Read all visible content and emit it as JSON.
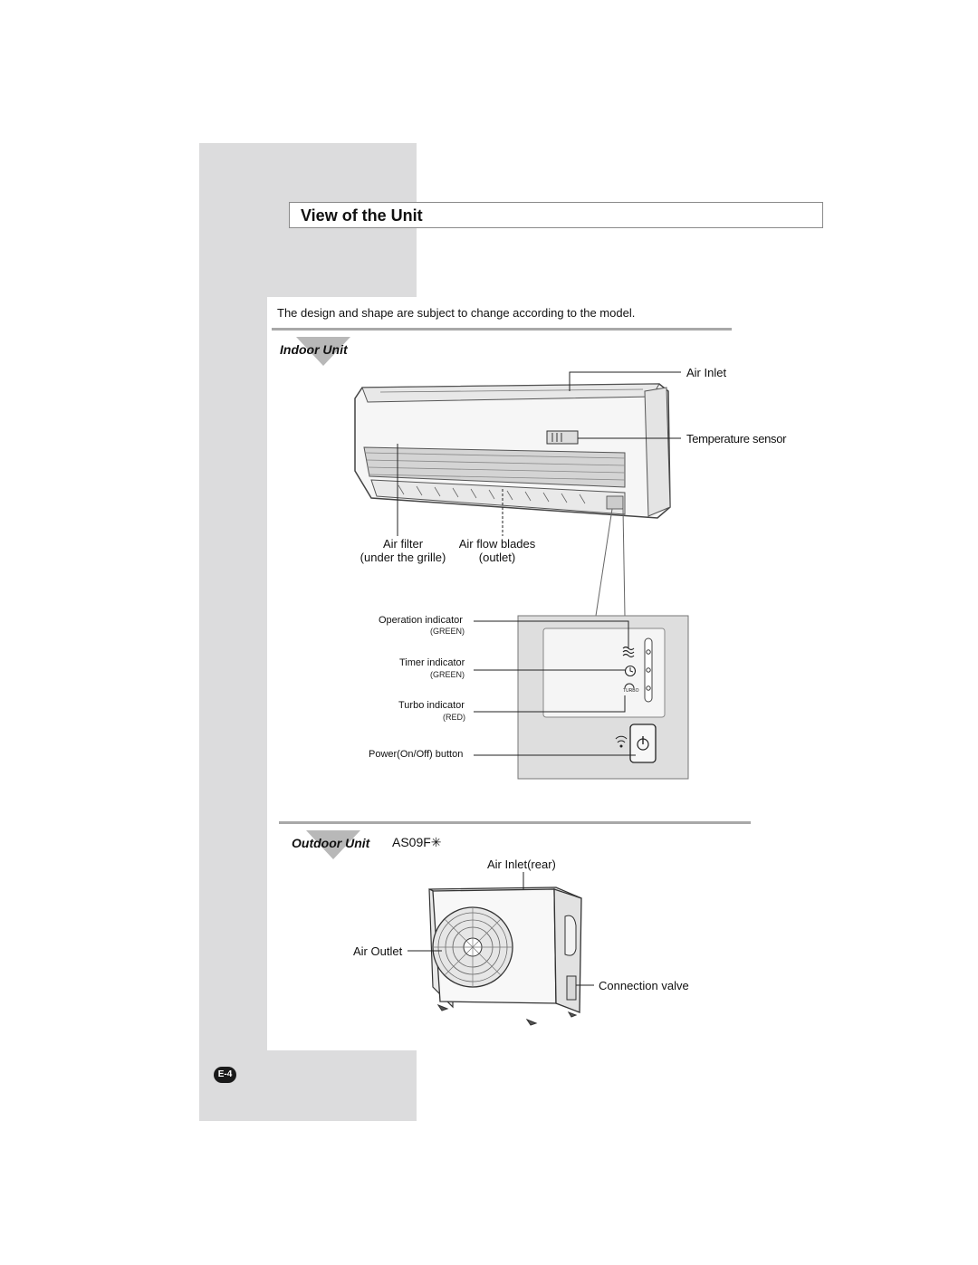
{
  "page": {
    "title": "View of the Unit",
    "note": "The design and shape are subject to change according to the model.",
    "page_number": "E-4"
  },
  "indoor": {
    "section_label": "Indoor Unit",
    "labels": {
      "air_inlet": "Air Inlet",
      "temperature_sensor": "Temperature sensor",
      "air_filter_line1": "Air filter",
      "air_filter_line2": "(under the grille)",
      "air_flow_line1": "Air flow blades",
      "air_flow_line2": "(outlet)"
    },
    "panel": {
      "operation_indicator": "Operation indicator",
      "operation_color": "(GREEN)",
      "timer_indicator": "Timer indicator",
      "timer_color": "(GREEN)",
      "turbo_indicator": "Turbo indicator",
      "turbo_color": "(RED)",
      "power_button": "Power(On/Off) button",
      "turbo_icon_text": "TURBO"
    }
  },
  "outdoor": {
    "section_label": "Outdoor Unit",
    "model": "AS09F✳",
    "labels": {
      "air_inlet_rear": "Air Inlet(rear)",
      "air_outlet": "Air Outlet",
      "connection_valve": "Connection valve"
    }
  },
  "colors": {
    "gray_strip": "#dcdcdd",
    "rule": "#a8a8a8",
    "tab": "#b8b8b8"
  }
}
